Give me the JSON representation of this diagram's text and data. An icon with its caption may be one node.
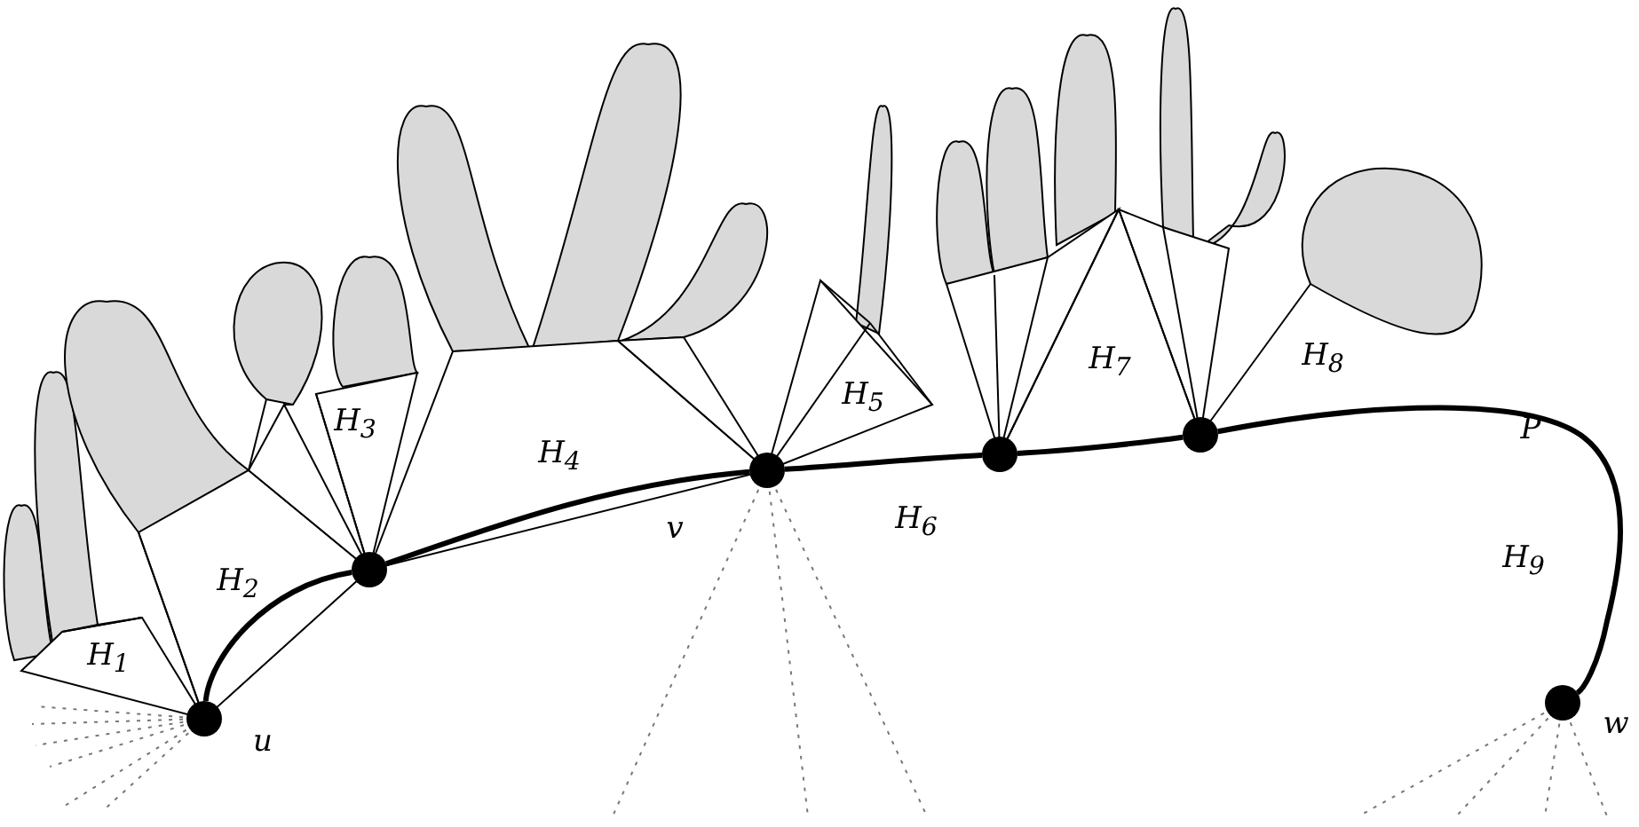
{
  "diagram": {
    "nodes": [
      {
        "text": [],
        "shape": "circle",
        "beside": [
          "u"
        ]
      },
      {
        "text": [],
        "shape": "circle"
      },
      {
        "text": [],
        "shape": "circle",
        "beside": [
          "v"
        ]
      },
      {
        "text": [],
        "shape": "circle"
      },
      {
        "text": [],
        "shape": "circle"
      },
      {
        "text": [],
        "shape": "circle",
        "beside": [
          "w"
        ]
      }
    ],
    "edges": [
      {
        "from": 0,
        "to": 1,
        "arrow": "none"
      },
      {
        "from": 1,
        "to": 2,
        "arrow": "none"
      },
      {
        "from": 2,
        "to": 3,
        "arrow": "none"
      },
      {
        "from": 3,
        "to": 4,
        "arrow": "none"
      },
      {
        "from": 4,
        "to": 5,
        "arrow": "none"
      }
    ],
    "labels": [
      "H$_{1}$",
      "H$_{2}$",
      "H$_{3}$",
      "H$_{4}$",
      "H$_{5}$",
      "H$_{6}$",
      "H$_{7}$",
      "H$_{8}$",
      "P",
      "H$_{9}$"
    ]
  }
}
